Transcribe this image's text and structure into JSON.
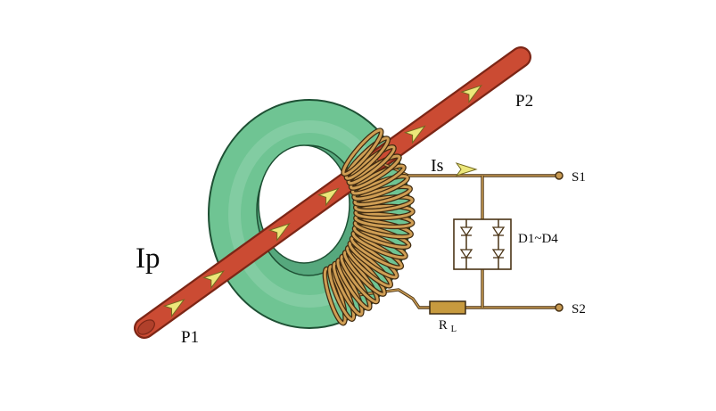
{
  "diagram": {
    "labels": {
      "ip": "Ip",
      "p1": "P1",
      "p2": "P2",
      "is": "Is",
      "s1": "S1",
      "s2": "S2",
      "diodes": "D1~D4",
      "resistor_r": "R",
      "resistor_sub": "L"
    },
    "colors": {
      "core_green": "#6fc493",
      "core_light": "#92d4ae",
      "core_wall": "#56a87d",
      "core_outline": "#1e5034",
      "hole_white": "#ffffff",
      "rod_red": "#cb4b33",
      "rod_cap": "#b0402b",
      "rod_outline": "#7c2616",
      "arrow_fill": "#ece77a",
      "arrow_outline": "#73691f",
      "wire_dark": "#4a3416",
      "wire_light": "#c89a52",
      "copper_dark": "#3f2a10",
      "copper_light": "#cf9e54",
      "resistor_fill": "#c79a3e",
      "resistor_outline": "#3a2a12",
      "diode_fill": "#ffffff"
    }
  }
}
